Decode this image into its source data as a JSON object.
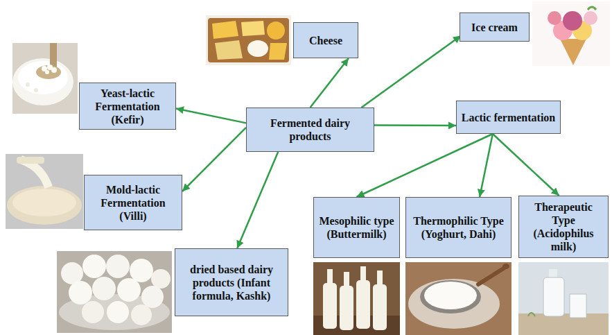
{
  "diagram": {
    "nodes": [
      {
        "text": [
          "Cheese"
        ]
      },
      {
        "text": [
          "Ice cream"
        ]
      },
      {
        "text": [
          "Yeast-lactic Fermentation (Kefir)"
        ]
      },
      {
        "text": [
          "Fermented dairy products"
        ]
      },
      {
        "text": [
          "Lactic fermentation"
        ]
      },
      {
        "text": [
          "Mold-lactic Fermentation (Villi)"
        ]
      },
      {
        "text": [
          "Mesophilic type (Buttermilk)"
        ]
      },
      {
        "text": [
          "Thermophilic Type (Yoghurt, Dahi)"
        ]
      },
      {
        "text": [
          "Therapeutic Type (Acidophilus milk)"
        ]
      },
      {
        "text": [
          "dried based dairy products (Infant formula, Kashk)"
        ]
      }
    ],
    "edges": [
      {
        "from": 3,
        "to": 0,
        "arrow": "to"
      },
      {
        "from": 3,
        "to": 1,
        "arrow": "to"
      },
      {
        "from": 3,
        "to": 2,
        "arrow": "to"
      },
      {
        "from": 3,
        "to": 4,
        "arrow": "to"
      },
      {
        "from": 3,
        "to": 5,
        "arrow": "to"
      },
      {
        "from": 3,
        "to": 9,
        "arrow": "to"
      },
      {
        "from": 4,
        "to": 6,
        "arrow": "to"
      },
      {
        "from": 4,
        "to": 7,
        "arrow": "to"
      },
      {
        "from": 4,
        "to": 8,
        "arrow": "to"
      }
    ]
  }
}
